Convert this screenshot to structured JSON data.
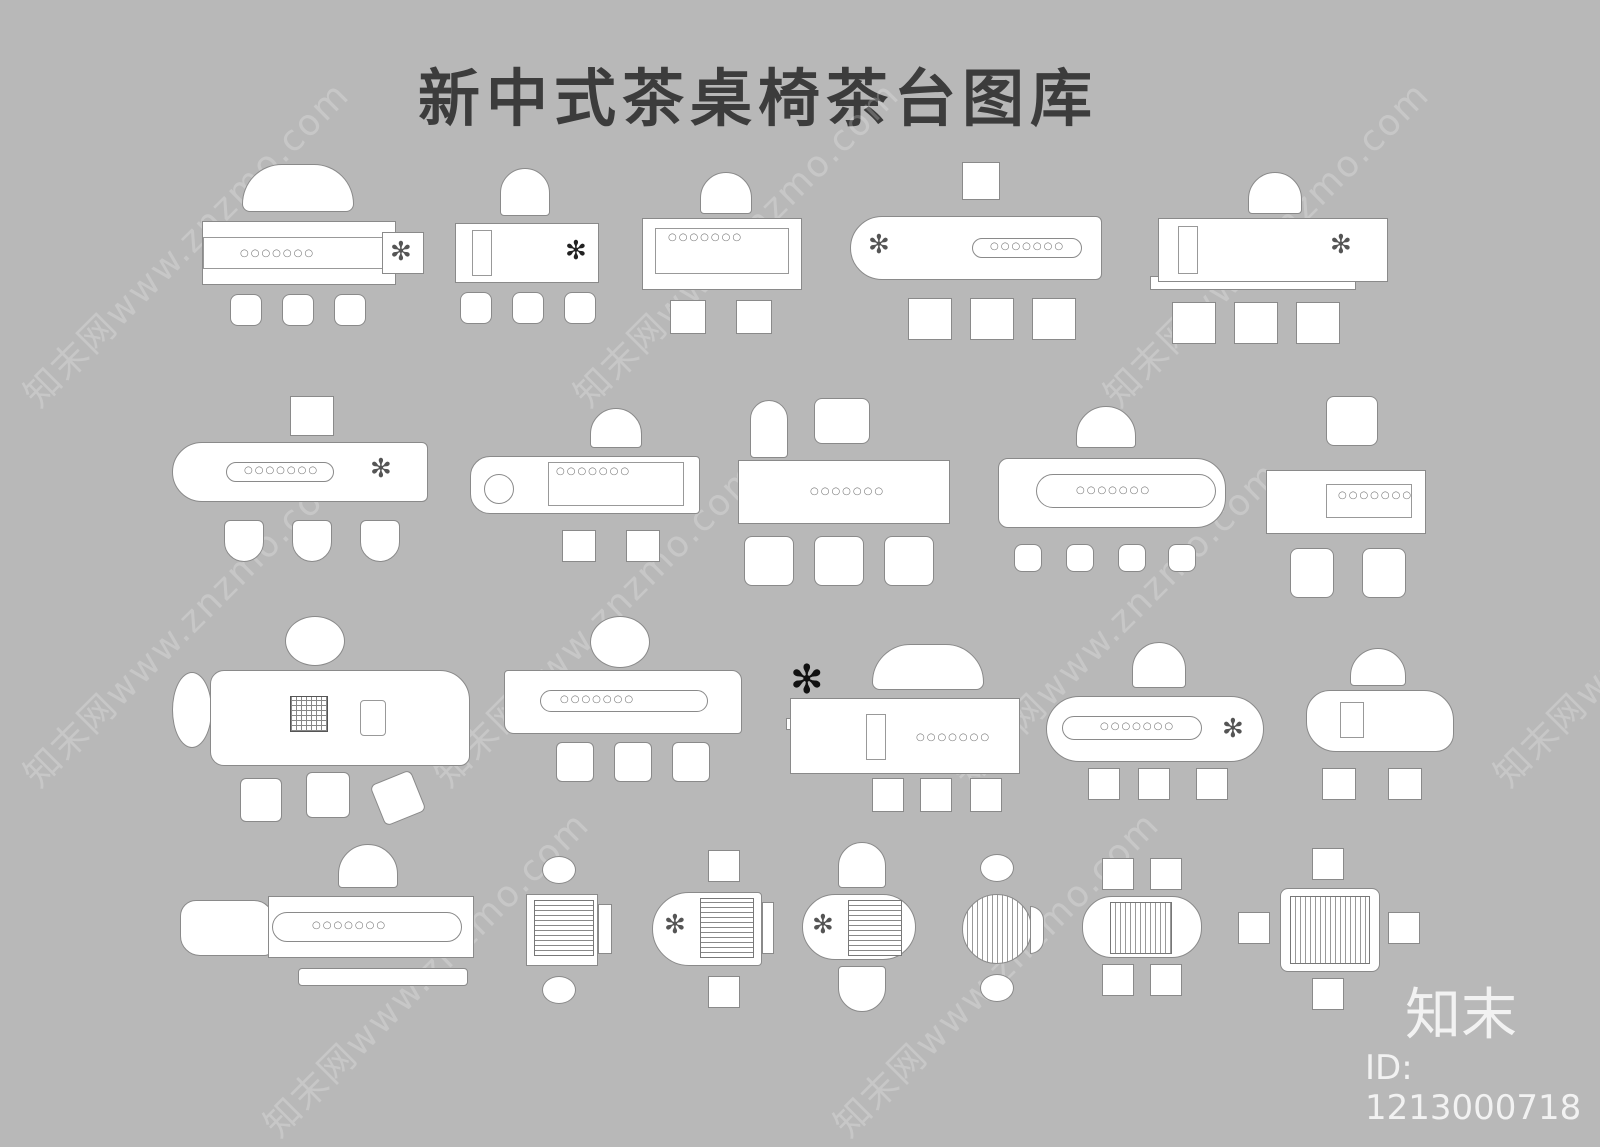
{
  "title": "新中式茶桌椅茶台图库",
  "watermark": {
    "text": "知末网www.znzmo.com"
  },
  "brand": {
    "logo_text": "知末",
    "id_label": "ID: 1213000718"
  },
  "colors": {
    "background": "#b8b8b8",
    "title": "#3c3c3c",
    "shape_fill": "#ffffff",
    "shape_stroke": "#8a8a8a"
  },
  "icons": {
    "tea_cup_row": "○○○○○○○",
    "plant": "✻",
    "kettle": "◎"
  },
  "rows": [
    {
      "row": 1,
      "sets": 5
    },
    {
      "row": 2,
      "sets": 5
    },
    {
      "row": 3,
      "sets": 5
    },
    {
      "row": 4,
      "sets": 7
    }
  ]
}
